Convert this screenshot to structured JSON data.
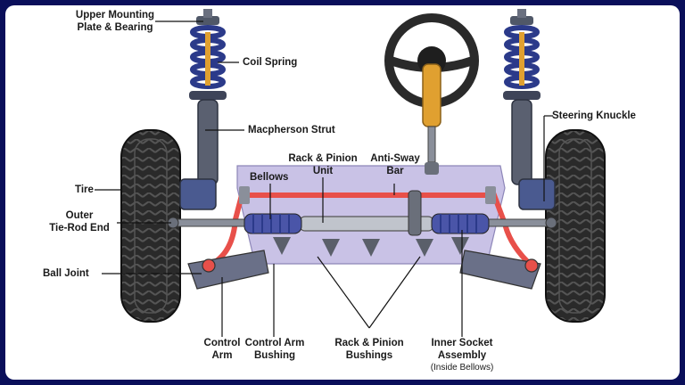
{
  "labels": {
    "upper_mounting_l1": "Upper Mounting",
    "upper_mounting_l2": "Plate & Bearing",
    "coil_spring": "Coil Spring",
    "macpherson_strut": "Macpherson Strut",
    "steering_knuckle": "Steering Knuckle",
    "rack_pinion_unit_l1": "Rack & Pinion",
    "rack_pinion_unit_l2": "Unit",
    "anti_sway_l1": "Anti-Sway",
    "anti_sway_l2": "Bar",
    "bellows": "Bellows",
    "tire": "Tire",
    "outer_tie_rod_l1": "Outer",
    "outer_tie_rod_l2": "Tie-Rod End",
    "ball_joint": "Ball Joint",
    "control_arm_l1": "Control",
    "control_arm_l2": "Arm",
    "control_arm_bushing_l1": "Control Arm",
    "control_arm_bushing_l2": "Bushing",
    "rack_pinion_bushings_l1": "Rack & Pinion",
    "rack_pinion_bushings_l2": "Bushings",
    "inner_socket_l1": "Inner Socket",
    "inner_socket_l2": "Assembly",
    "inner_socket_note": "(Inside Bellows)"
  },
  "colors": {
    "frame_border": "#0a0f5a",
    "tire": "#2a2a2a",
    "rim": "#3d4f7a",
    "spring": "#2b3a8a",
    "strut": "#7a8090",
    "column": "#e0a030",
    "sway_bar": "#e8504a",
    "bellows": "#4a55a8",
    "control_arm": "#6a7088",
    "rack_tube": "#c0c4cc",
    "crossmember": "#b8b0d8"
  },
  "icons": [
    "steering-wheel-icon",
    "tire-icon",
    "coil-spring-icon"
  ]
}
